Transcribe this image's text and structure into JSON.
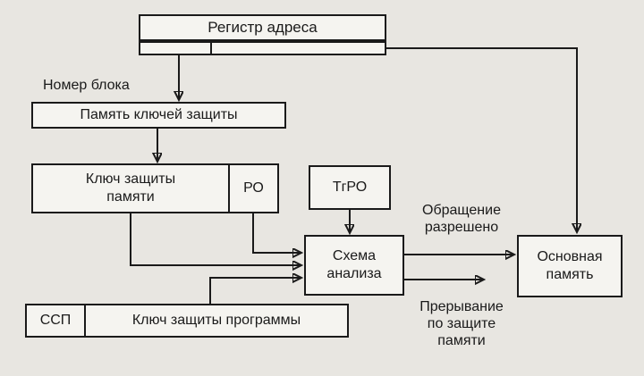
{
  "diagram": {
    "register": {
      "label": "Регистр адреса"
    },
    "block_number_label": "Номер блока",
    "keys_memory": {
      "label": "Память ключей защиты"
    },
    "memory_key": {
      "label": "Ключ защиты памяти"
    },
    "ro": {
      "label": "РО"
    },
    "tgro": {
      "label": "ТгРО"
    },
    "analysis": {
      "label": "Схема анализа"
    },
    "main_memory": {
      "label": "Основная память"
    },
    "ssp": {
      "label": "ССП"
    },
    "program_key": {
      "label": "Ключ защиты программы"
    },
    "access_allowed_label": "Обращение разрешено",
    "interrupt_label": "Прерывание по защите памяти"
  },
  "colors": {
    "background": "#e8e6e1",
    "box_fill": "#f5f4f0",
    "line": "#1a1a1a"
  }
}
